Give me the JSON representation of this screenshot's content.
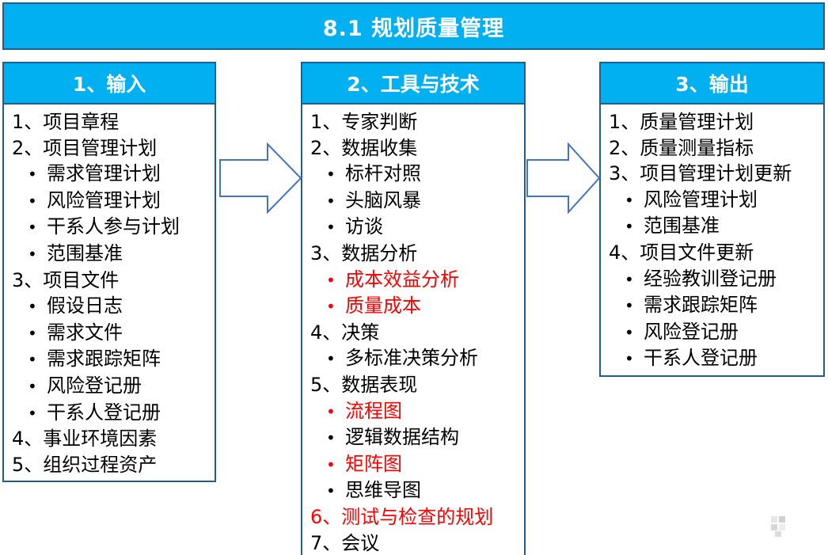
{
  "title": "8.1 规划质量管理",
  "columns": {
    "inputs": {
      "header": "1、输入",
      "items": [
        {
          "text": "1、项目章程",
          "level": 0,
          "highlight": false
        },
        {
          "text": "2、项目管理计划",
          "level": 0,
          "highlight": false
        },
        {
          "text": "需求管理计划",
          "level": 1,
          "highlight": false
        },
        {
          "text": "风险管理计划",
          "level": 1,
          "highlight": false
        },
        {
          "text": "干系人参与计划",
          "level": 1,
          "highlight": false
        },
        {
          "text": "范围基准",
          "level": 1,
          "highlight": false
        },
        {
          "text": "3、项目文件",
          "level": 0,
          "highlight": false
        },
        {
          "text": "假设日志",
          "level": 1,
          "highlight": false
        },
        {
          "text": "需求文件",
          "level": 1,
          "highlight": false
        },
        {
          "text": "需求跟踪矩阵",
          "level": 1,
          "highlight": false
        },
        {
          "text": "风险登记册",
          "level": 1,
          "highlight": false
        },
        {
          "text": "干系人登记册",
          "level": 1,
          "highlight": false
        },
        {
          "text": "4、事业环境因素",
          "level": 0,
          "highlight": false
        },
        {
          "text": "5、组织过程资产",
          "level": 0,
          "highlight": false
        }
      ]
    },
    "tools": {
      "header": "2、工具与技术",
      "items": [
        {
          "text": "1、专家判断",
          "level": 0,
          "highlight": false
        },
        {
          "text": "2、数据收集",
          "level": 0,
          "highlight": false
        },
        {
          "text": "标杆对照",
          "level": 1,
          "highlight": false
        },
        {
          "text": "头脑风暴",
          "level": 1,
          "highlight": false
        },
        {
          "text": "访谈",
          "level": 1,
          "highlight": false
        },
        {
          "text": "3、数据分析",
          "level": 0,
          "highlight": false
        },
        {
          "text": "成本效益分析",
          "level": 1,
          "highlight": true
        },
        {
          "text": "质量成本",
          "level": 1,
          "highlight": true
        },
        {
          "text": "4、决策",
          "level": 0,
          "highlight": false
        },
        {
          "text": "多标准决策分析",
          "level": 1,
          "highlight": false
        },
        {
          "text": "5、数据表现",
          "level": 0,
          "highlight": false
        },
        {
          "text": "流程图",
          "level": 1,
          "highlight": true
        },
        {
          "text": "逻辑数据结构",
          "level": 1,
          "highlight": false
        },
        {
          "text": "矩阵图",
          "level": 1,
          "highlight": true
        },
        {
          "text": "思维导图",
          "level": 1,
          "highlight": false
        },
        {
          "text": "6、测试与检查的规划",
          "level": 0,
          "highlight": true
        },
        {
          "text": "7、会议",
          "level": 0,
          "highlight": false
        }
      ]
    },
    "outputs": {
      "header": "3、输出",
      "items": [
        {
          "text": "1、质量管理计划",
          "level": 0,
          "highlight": false
        },
        {
          "text": "2、质量测量指标",
          "level": 0,
          "highlight": false
        },
        {
          "text": "3、项目管理计划更新",
          "level": 0,
          "highlight": false
        },
        {
          "text": "风险管理计划",
          "level": 1,
          "highlight": false
        },
        {
          "text": "范围基准",
          "level": 1,
          "highlight": false
        },
        {
          "text": "4、项目文件更新",
          "level": 0,
          "highlight": false
        },
        {
          "text": "经验教训登记册",
          "level": 1,
          "highlight": false
        },
        {
          "text": "需求跟踪矩阵",
          "level": 1,
          "highlight": false
        },
        {
          "text": "风险登记册",
          "level": 1,
          "highlight": false
        },
        {
          "text": "干系人登记册",
          "level": 1,
          "highlight": false
        }
      ]
    }
  },
  "colors": {
    "header_fill": "#00b0f0",
    "border": "#1f5f8b",
    "highlight_text": "#ff0000",
    "arrow_stroke": "#4472c4"
  },
  "icons": {
    "flow_arrow": "right-block-arrow-icon"
  }
}
